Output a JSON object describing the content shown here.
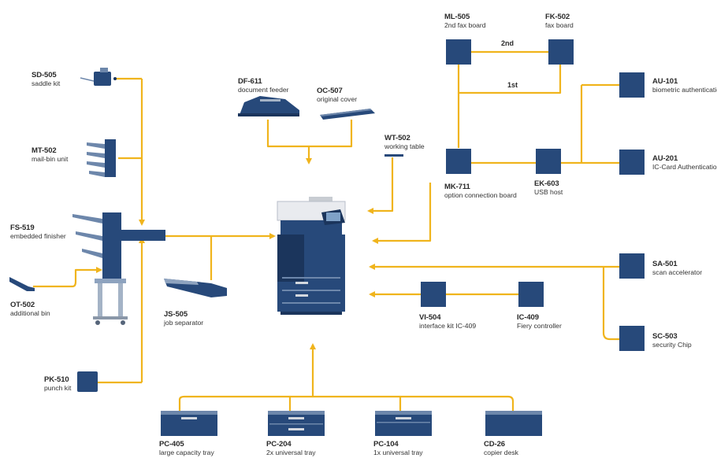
{
  "colors": {
    "line": "#f0b41c",
    "device": "#27497a",
    "device_dark": "#1b355c",
    "device_light": "#6d87ab",
    "panel": "#d3d8df"
  },
  "components": {
    "sd505": {
      "code": "SD-505",
      "desc": "saddle kit"
    },
    "mt502": {
      "code": "MT-502",
      "desc": "mail-bin unit"
    },
    "fs519": {
      "code": "FS-519",
      "desc": "embedded finisher"
    },
    "ot502": {
      "code": "OT-502",
      "desc": "additional bin"
    },
    "pk510": {
      "code": "PK-510",
      "desc": "punch kit"
    },
    "df611": {
      "code": "DF-611",
      "desc": "document feeder"
    },
    "oc507": {
      "code": "OC-507",
      "desc": "original cover"
    },
    "wt502": {
      "code": "WT-502",
      "desc": "working table"
    },
    "js505": {
      "code": "JS-505",
      "desc": "job separator"
    },
    "ml505": {
      "code": "ML-505",
      "desc": "2nd fax board"
    },
    "fk502": {
      "code": "FK-502",
      "desc": "fax board"
    },
    "mk711": {
      "code": "MK-711",
      "desc": "option connection board"
    },
    "ek603": {
      "code": "EK-603",
      "desc": "USB host"
    },
    "au101": {
      "code": "AU-101",
      "desc": "biometric authentication"
    },
    "au201": {
      "code": "AU-201",
      "desc": "IC-Card Authentication"
    },
    "sa501": {
      "code": "SA-501",
      "desc": "scan accelerator"
    },
    "sc503": {
      "code": "SC-503",
      "desc": "security Chip"
    },
    "vi504": {
      "code": "VI-504",
      "desc": "interface kit IC-409"
    },
    "ic409": {
      "code": "IC-409",
      "desc": "Fiery controller"
    },
    "pc405": {
      "code": "PC-405",
      "desc": "large capacity tray"
    },
    "pc204": {
      "code": "PC-204",
      "desc": "2x universal tray"
    },
    "pc104": {
      "code": "PC-104",
      "desc": "1x universal tray"
    },
    "cd26": {
      "code": "CD-26",
      "desc": "copier desk"
    }
  },
  "edges": {
    "fax_2nd": "2nd",
    "fax_1st": "1st"
  }
}
